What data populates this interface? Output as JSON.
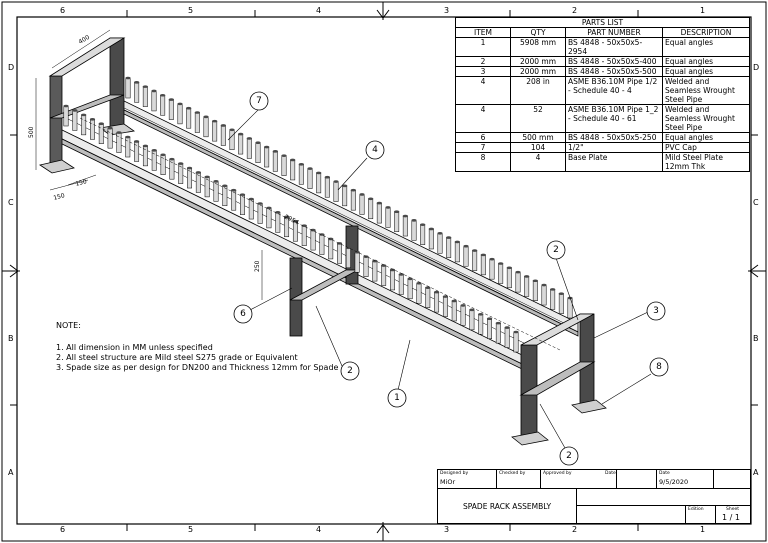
{
  "zones": {
    "top_columns": [
      "6",
      "5",
      "4",
      "3",
      "2",
      "1"
    ],
    "bottom_columns": [
      "6",
      "5",
      "4",
      "3",
      "2",
      "1"
    ],
    "left_rows": [
      "D",
      "C",
      "B",
      "A"
    ],
    "right_rows": [
      "D",
      "C",
      "B",
      "A"
    ]
  },
  "parts_list": {
    "title": "PARTS LIST",
    "headers": [
      "ITEM",
      "QTY",
      "PART NUMBER",
      "DESCRIPTION"
    ],
    "rows": [
      {
        "item": "1",
        "qty": "5908 mm",
        "part": "BS 4848 - 50x50x5-2954",
        "desc": "Equal angles"
      },
      {
        "item": "2",
        "qty": "2000 mm",
        "part": "BS 4848 - 50x50x5-400",
        "desc": "Equal angles"
      },
      {
        "item": "3",
        "qty": "2000 mm",
        "part": "BS 4848 - 50x50x5-500",
        "desc": "Equal angles"
      },
      {
        "item": "4",
        "qty": "208 in",
        "part": "ASME B36.10M Pipe 1/2 - Schedule 40 - 4",
        "desc": "Welded and Seamless Wrought Steel Pipe"
      },
      {
        "item": "4",
        "qty": "52",
        "part": "ASME B36.10M Pipe 1_2 - Schedule 40 - 61",
        "desc": "Welded and Seamless Wrought Steel Pipe"
      },
      {
        "item": "6",
        "qty": "500 mm",
        "part": "BS 4848 - 50x50x5-250",
        "desc": "Equal angles"
      },
      {
        "item": "7",
        "qty": "104",
        "part": "1/2\"",
        "desc": "PVC Cap"
      },
      {
        "item": "8",
        "qty": "4",
        "part": "Base Plate",
        "desc": "Mild Steel Plate 12mm Thk"
      }
    ]
  },
  "notes": {
    "heading": "NOTE:",
    "lines": [
      "1. All dimension in MM unless specified",
      "2. All steel structure are Mild steel S275 grade or Equivalent",
      "3. Spade size as per design for DN200 and Thickness 12mm for Spade"
    ]
  },
  "balloons": {
    "b7": "7",
    "b4": "4",
    "b2a": "2",
    "b3": "3",
    "b8": "8",
    "b6": "6",
    "b2b": "2",
    "b1": "1",
    "b2c": "2"
  },
  "dimensions": {
    "width_top": "400",
    "height_left": "500",
    "base_a": "150",
    "base_b": "150",
    "length": "2954",
    "mid_height": "250"
  },
  "title_block": {
    "designed_by_label": "Designed by",
    "designed_by": "MiOr",
    "checked_by_label": "Checked by",
    "approved_by_label": "Approved by",
    "date_label_1": "Date",
    "date_label_2": "Date",
    "date": "9/5/2020",
    "title": "SPADE RACK ASSEMBLY",
    "edition_label": "Edition",
    "sheet_label": "Sheet",
    "sheet": "1 / 1"
  },
  "colors": {
    "line": "#000000",
    "steel_fill": "#e8e8e8",
    "steel_dark": "#4a4a4a",
    "pipe_fill": "#d9d9d9"
  }
}
